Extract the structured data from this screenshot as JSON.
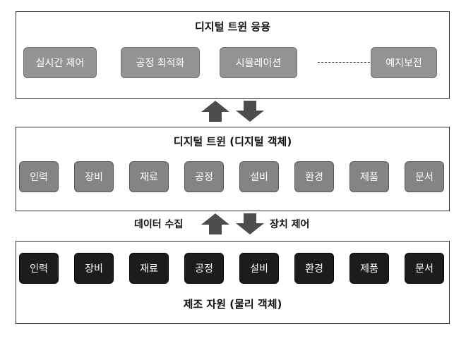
{
  "app_layer": {
    "title": "디지털 트윈 응용",
    "items": [
      "실시간 제어",
      "공정 최적화",
      "시뮬레이션",
      "예지보전"
    ]
  },
  "twin_layer": {
    "title": "디지털 트윈 (디지털 객체)",
    "items": [
      "인력",
      "장비",
      "재료",
      "공정",
      "설비",
      "환경",
      "제품",
      "문서"
    ]
  },
  "physical_layer": {
    "title": "제조 자원 (물리 객체)",
    "items": [
      "인력",
      "장비",
      "재료",
      "공정",
      "설비",
      "환경",
      "제품",
      "문서"
    ]
  },
  "flow": {
    "up_label": "데이터 수집",
    "down_label": "장치 제어"
  },
  "colors": {
    "app_box": "#939393",
    "twin_box": "#848484",
    "physical_box": "#1c1c1c",
    "arrow": "#4d4d4d"
  },
  "icons": {
    "up_arrow": "up-arrow-icon",
    "down_arrow": "down-arrow-icon"
  }
}
